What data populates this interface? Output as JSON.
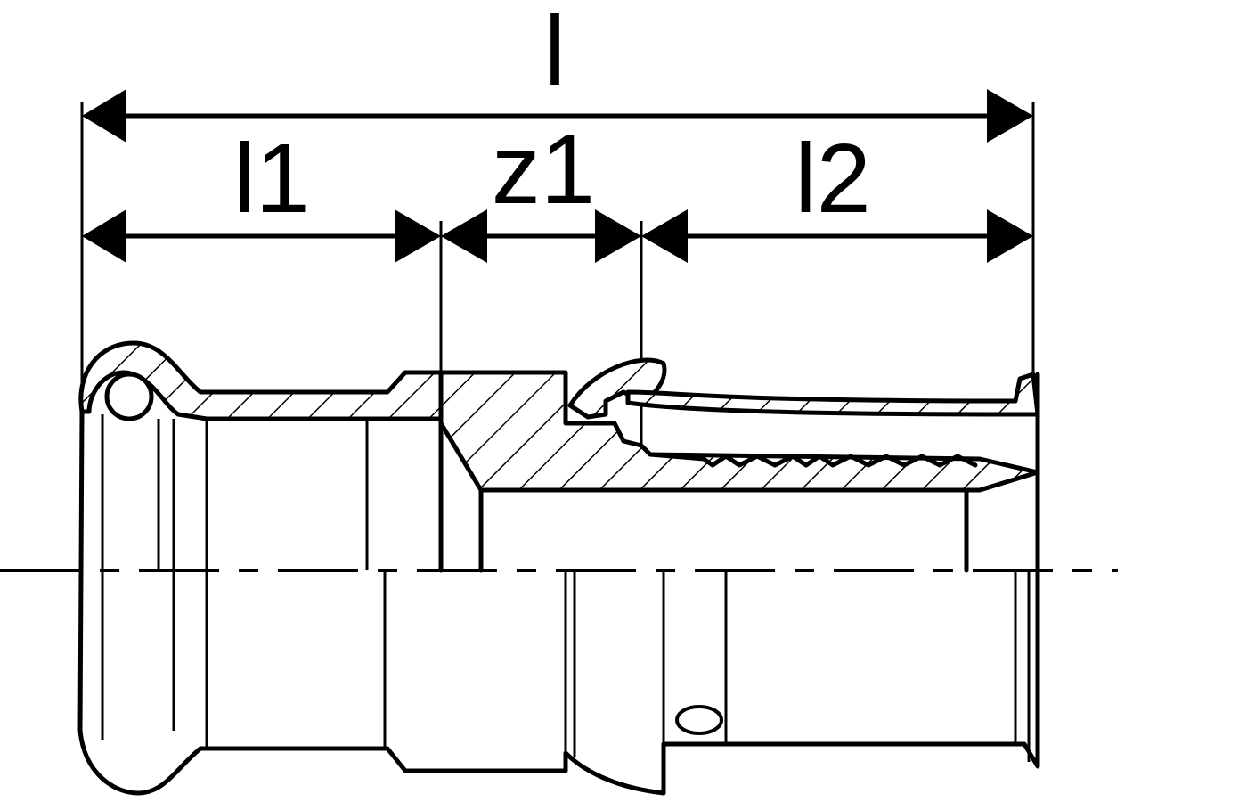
{
  "drawing": {
    "dimensions": {
      "overall": "l",
      "segment_1": "l1",
      "segment_2": "z1",
      "segment_3": "l2"
    },
    "colors": {
      "line": "#000000",
      "background": "#ffffff"
    }
  }
}
